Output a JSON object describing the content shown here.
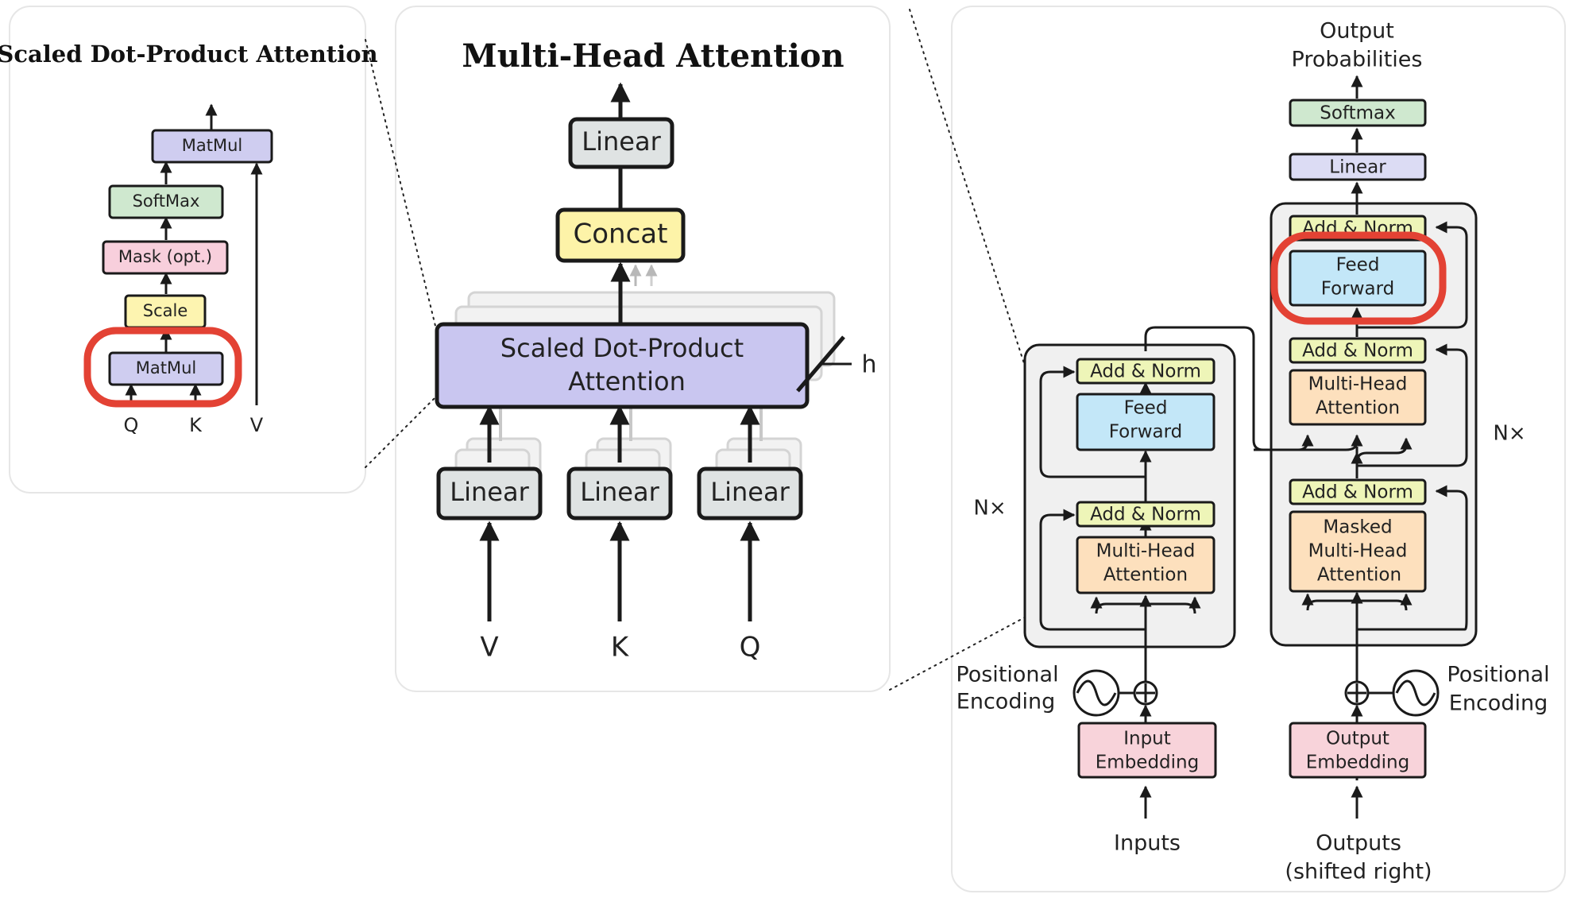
{
  "sdpa": {
    "title": "Scaled Dot-Product Attention",
    "matmul_top": "MatMul",
    "softmax": "SoftMax",
    "mask": "Mask (opt.)",
    "scale": "Scale",
    "matmul_bottom": "MatMul",
    "inputs": [
      "Q",
      "K",
      "V"
    ]
  },
  "mha": {
    "title": "Multi-Head Attention",
    "linear_top": "Linear",
    "concat": "Concat",
    "attention_line1": "Scaled Dot-Product",
    "attention_line2": "Attention",
    "head_count": "h",
    "linears": [
      "Linear",
      "Linear",
      "Linear"
    ],
    "inputs": [
      "V",
      "K",
      "Q"
    ]
  },
  "transformer": {
    "output_line1": "Output",
    "output_line2": "Probabilities",
    "softmax": "Softmax",
    "linear": "Linear",
    "enc_nx": "N×",
    "dec_nx": "N×",
    "enc_add_norm_top": "Add & Norm",
    "enc_ff_line1": "Feed",
    "enc_ff_line2": "Forward",
    "enc_add_norm_bottom": "Add & Norm",
    "enc_mha_line1": "Multi-Head",
    "enc_mha_line2": "Attention",
    "dec_add_norm_top": "Add & Norm",
    "dec_ff_line1": "Feed",
    "dec_ff_line2": "Forward",
    "dec_add_norm_mid": "Add & Norm",
    "dec_mha_line1": "Multi-Head",
    "dec_mha_line2": "Attention",
    "dec_add_norm_bottom": "Add & Norm",
    "dec_masked_line1": "Masked",
    "dec_masked_line2": "Multi-Head",
    "dec_masked_line3": "Attention",
    "pos_enc_left_line1": "Positional",
    "pos_enc_left_line2": "Encoding",
    "pos_enc_right_line1": "Positional",
    "pos_enc_right_line2": "Encoding",
    "input_emb_line1": "Input",
    "input_emb_line2": "Embedding",
    "output_emb_line1": "Output",
    "output_emb_line2": "Embedding",
    "inputs": "Inputs",
    "outputs_line1": "Outputs",
    "outputs_line2": "(shifted right)"
  },
  "colors": {
    "matmul": "#cfcdf0",
    "softmax": "#cfe8cf",
    "mask": "#f8cfdc",
    "scale": "#fdf4b0",
    "linear": "#dfe3e3",
    "concat": "#fdf3a8",
    "attention": "#c9c6f0",
    "add_norm": "#eef5b8",
    "feed_forward": "#c3e7f8",
    "mha": "#fde0bd",
    "embedding": "#f8d3da",
    "block_bg": "#f0f0f0",
    "highlight": "#e34234"
  }
}
